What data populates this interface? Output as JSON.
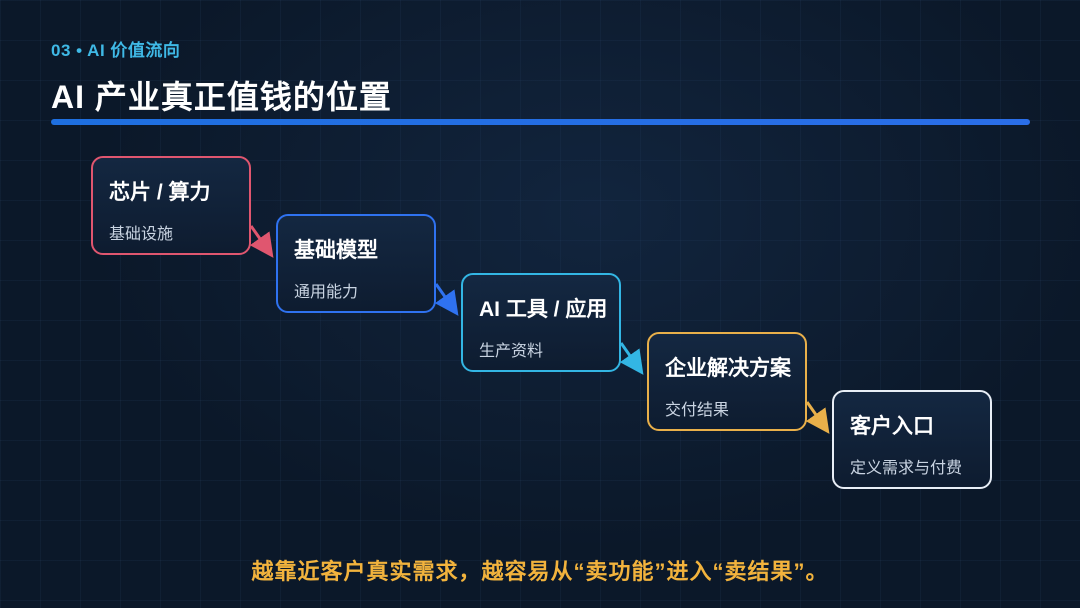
{
  "header": {
    "kicker": "03 • AI 价值流向",
    "title": "AI 产业真正值钱的位置"
  },
  "flow": {
    "steps": [
      {
        "title": "芯片 / 算力",
        "subtitle": "基础设施",
        "color": "#e0566f"
      },
      {
        "title": "基础模型",
        "subtitle": "通用能力",
        "color": "#2f72f0"
      },
      {
        "title": "AI 工具 / 应用",
        "subtitle": "生产资料",
        "color": "#33b6e4"
      },
      {
        "title": "企业解决方案",
        "subtitle": "交付结果",
        "color": "#e9b04a"
      },
      {
        "title": "客户入口",
        "subtitle": "定义需求与付费",
        "color": "#e8eef6"
      }
    ]
  },
  "footer": {
    "text": "越靠近客户真实需求，越容易从“卖功能”进入“卖结果”。"
  },
  "colors": {
    "accent": "#2a6ee8",
    "kicker": "#3fb9e6",
    "highlight": "#f2b33d",
    "background": "#0b1829"
  }
}
